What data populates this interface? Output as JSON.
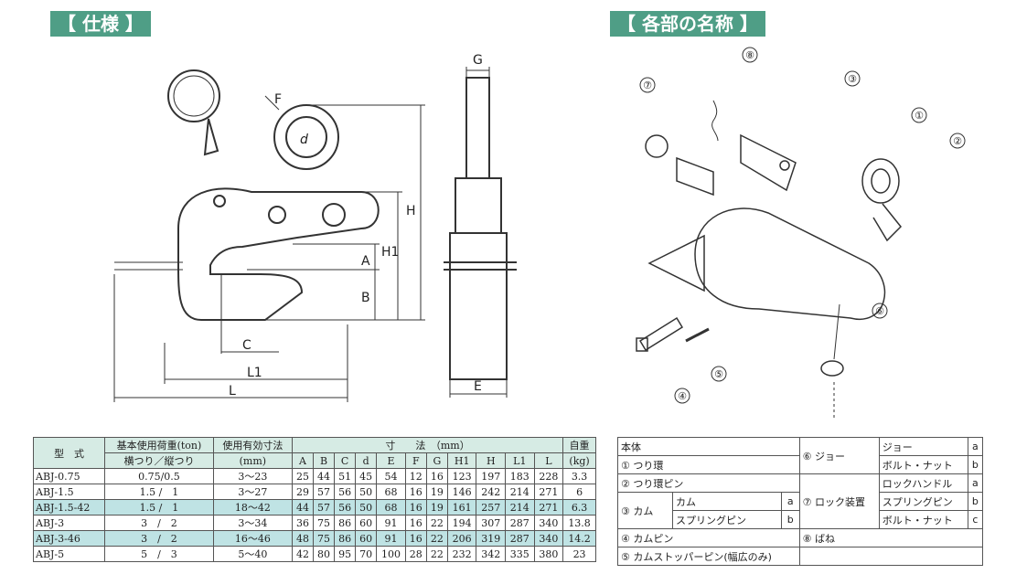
{
  "headers": {
    "spec": "【 仕様 】",
    "parts": "【 各部の名称 】"
  },
  "drawing_labels": {
    "F": "F",
    "d": "d",
    "G": "G",
    "H": "H",
    "H1": "H1",
    "A": "A",
    "B": "B",
    "C": "C",
    "L1": "L1",
    "L": "L",
    "E": "E"
  },
  "exploded_labels": [
    "⑧",
    "⑦",
    "③",
    "①",
    "②",
    "④",
    "⑤",
    "⑥"
  ],
  "spec_table": {
    "h_model": "型　式",
    "h_load": "基本使用荷重(ton)",
    "h_load_sub": "横つり／縦つり",
    "h_range": "使用有効寸法",
    "h_range_sub": "(mm)",
    "h_dims": "寸　　法　（mm）",
    "h_weight": "自重",
    "h_weight_sub": "(kg)",
    "dim_cols": [
      "A",
      "B",
      "C",
      "d",
      "E",
      "F",
      "G",
      "H1",
      "H",
      "L1",
      "L"
    ],
    "rows": [
      {
        "model": "ABJ-0.75",
        "load": "0.75/0.5",
        "range": "3～23",
        "dims": [
          "25",
          "44",
          "51",
          "45",
          "54",
          "12",
          "16",
          "123",
          "197",
          "183",
          "228"
        ],
        "weight": "3.3"
      },
      {
        "model": "ABJ-1.5",
        "load": "1.5 /　1",
        "range": "3～27",
        "dims": [
          "29",
          "57",
          "56",
          "50",
          "68",
          "16",
          "19",
          "146",
          "242",
          "214",
          "271"
        ],
        "weight": "6"
      },
      {
        "model": "ABJ-1.5-42",
        "load": "1.5 /　1",
        "range": "18～42",
        "dims": [
          "44",
          "57",
          "56",
          "50",
          "68",
          "16",
          "19",
          "161",
          "257",
          "214",
          "271"
        ],
        "weight": "6.3"
      },
      {
        "model": "ABJ-3",
        "load": "3　/　2",
        "range": "3～34",
        "dims": [
          "36",
          "75",
          "86",
          "60",
          "91",
          "16",
          "22",
          "194",
          "307",
          "287",
          "340"
        ],
        "weight": "13.8"
      },
      {
        "model": "ABJ-3-46",
        "load": "3　/　2",
        "range": "16～46",
        "dims": [
          "48",
          "75",
          "86",
          "60",
          "91",
          "16",
          "22",
          "206",
          "319",
          "287",
          "340"
        ],
        "weight": "14.2"
      },
      {
        "model": "ABJ-5",
        "load": "5　/　3",
        "range": "5～40",
        "dims": [
          "42",
          "80",
          "95",
          "70",
          "100",
          "28",
          "22",
          "232",
          "342",
          "335",
          "380"
        ],
        "weight": "23"
      }
    ]
  },
  "parts_table": {
    "body": "本体",
    "p1": "① つり環",
    "p2": "② つり環ピン",
    "p3": "③ カム",
    "p3a": "カム",
    "p3a_c": "a",
    "p3b": "スプリングピン",
    "p3b_c": "b",
    "p4": "④ カムピン",
    "p5": "⑤ カムストッパーピン(幅広のみ)",
    "p6": "⑥ ジョー",
    "p6a": "ジョー",
    "p6a_c": "a",
    "p6b": "ボルト・ナット",
    "p6b_c": "b",
    "p7": "⑦ ロック装置",
    "p7a": "ロックハンドル",
    "p7a_c": "a",
    "p7b": "スプリングピン",
    "p7b_c": "b",
    "p7c": "ボルト・ナット",
    "p7c_c": "c",
    "p8": "⑧ ばね"
  }
}
